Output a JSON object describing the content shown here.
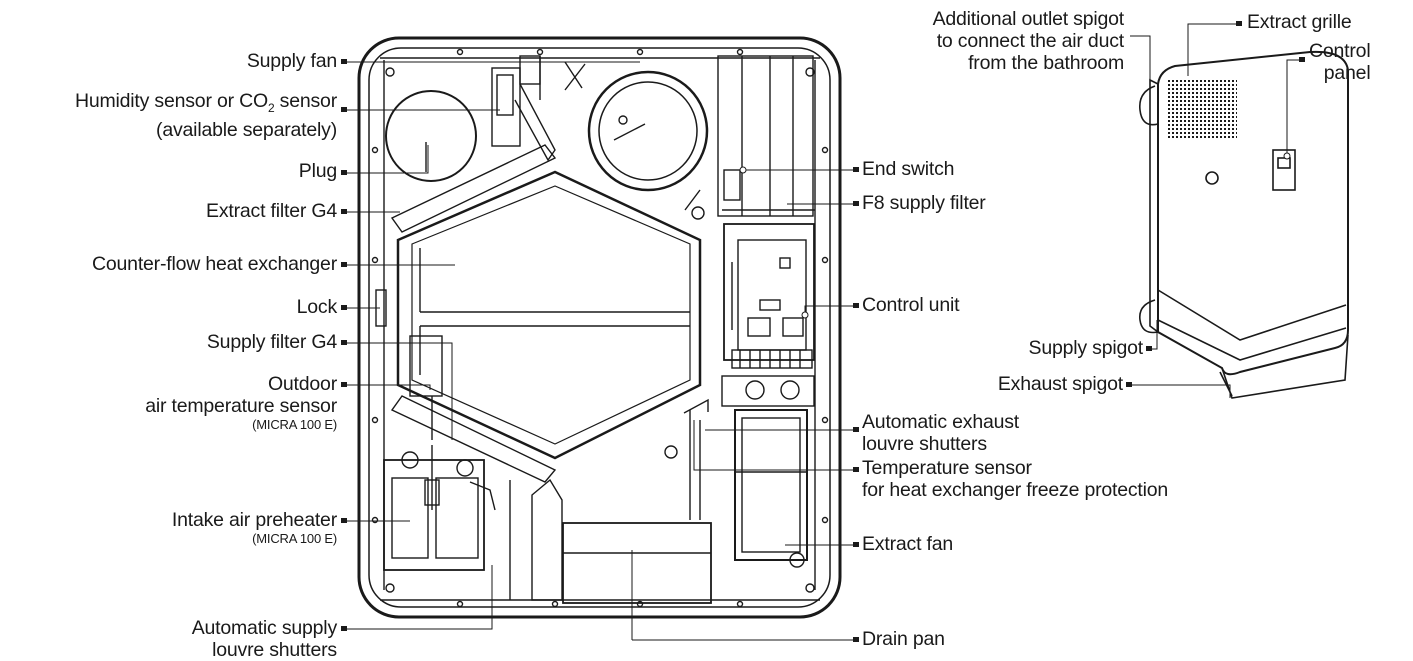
{
  "labels": {
    "supply_fan": "Supply fan",
    "humidity_sensor_pre": "Humidity sensor or CO",
    "humidity_sensor_sub": "2",
    "humidity_sensor_post": " sensor",
    "available_separately": "(available separately)",
    "plug": "Plug",
    "extract_filter": "Extract filter G4",
    "counter_flow": "Counter-flow heat exchanger",
    "lock": "Lock",
    "supply_filter": "Supply filter G4",
    "outdoor_sensor_1": "Outdoor",
    "outdoor_sensor_2": "air temperature sensor",
    "outdoor_sensor_note": "(MICRA 100 E)",
    "intake_preheater": "Intake air preheater",
    "intake_preheater_note": "(MICRA 100 E)",
    "auto_supply_1": "Automatic supply",
    "auto_supply_2": "louvre shutters",
    "additional_outlet_1": "Additional outlet spigot",
    "additional_outlet_2": "to connect the air duct",
    "additional_outlet_3": "from the bathroom",
    "extract_grille": "Extract grille",
    "control_panel_1": "Control",
    "control_panel_2": "panel",
    "end_switch": "End switch",
    "f8_filter": "F8 supply filter",
    "control_unit": "Control unit",
    "supply_spigot": "Supply spigot",
    "exhaust_spigot": "Exhaust spigot",
    "auto_exhaust_1": "Automatic exhaust",
    "auto_exhaust_2": "louvre shutters",
    "temp_sensor_1": "Temperature sensor",
    "temp_sensor_2": "for heat exchanger freeze protection",
    "extract_fan": "Extract fan",
    "drain_pan": "Drain pan"
  },
  "colors": {
    "line": "#1a1a1a",
    "background": "#ffffff"
  }
}
